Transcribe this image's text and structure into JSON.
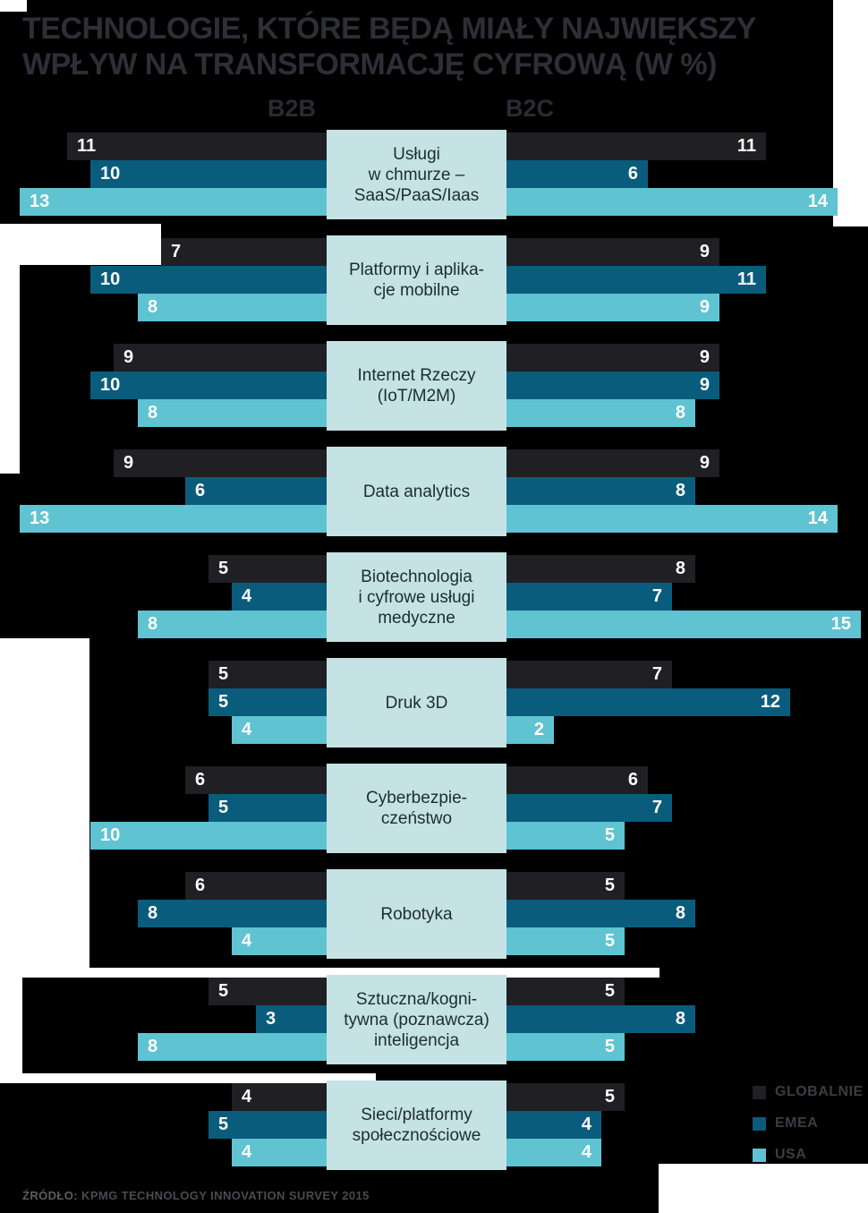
{
  "title": "TECHNOLOGIE, KTÓRE BĘDĄ MIAŁY NAJWIĘKSZY WPŁYW NA TRANSFORMACJĘ CYFROWĄ (W %)",
  "headers": {
    "left": "B2B",
    "right": "B2C"
  },
  "legend": {
    "items": [
      {
        "label": "GLOBALNIE",
        "color": "#1f1f24"
      },
      {
        "label": "EMEA",
        "color": "#0a5c7c"
      },
      {
        "label": "USA",
        "color": "#5fc3d2"
      }
    ]
  },
  "source": {
    "prefix": "ŹRÓDŁO:",
    "text": "KPMG TECHNOLOGY INNOVATION SURVEY 2015"
  },
  "colors": {
    "globalnie": "#1f1f24",
    "emea": "#0a5c7c",
    "usa": "#5fc3d2",
    "label_box": "#c5e2e4",
    "background": "#000000",
    "value_text": "#ffffff"
  },
  "chart_data": {
    "type": "bar",
    "orientation": "diverging-horizontal",
    "unit": "percent",
    "sides": [
      "B2B",
      "B2C"
    ],
    "series_names": [
      "GLOBALNIE",
      "EMEA",
      "USA"
    ],
    "legend_position": "bottom-right",
    "title": "TECHNOLOGIE, KTÓRE BĘDĄ MIAŁY NAJWIĘKSZY WPŁYW NA TRANSFORMACJĘ CYFROWĄ (W %)",
    "categories": [
      {
        "label": "Usługi w chmurze – SaaS/PaaS/Iaas",
        "lines": [
          "Usługi",
          "w chmurze –",
          "SaaS/PaaS/Iaas"
        ],
        "b2b": [
          11,
          10,
          13
        ],
        "b2c": [
          11,
          6,
          14
        ]
      },
      {
        "label": "Platformy i aplikacje mobilne",
        "lines": [
          "Platformy i aplika-",
          "cje mobilne"
        ],
        "b2b": [
          7,
          10,
          8
        ],
        "b2c": [
          9,
          11,
          9
        ]
      },
      {
        "label": "Internet Rzeczy (IoT/M2M)",
        "lines": [
          "Internet Rzeczy",
          "(IoT/M2M)"
        ],
        "b2b": [
          9,
          10,
          8
        ],
        "b2c": [
          9,
          9,
          8
        ]
      },
      {
        "label": "Data analytics",
        "lines": [
          "Data analytics"
        ],
        "b2b": [
          9,
          6,
          13
        ],
        "b2c": [
          9,
          8,
          14
        ]
      },
      {
        "label": "Biotechnologia i cyfrowe usługi medyczne",
        "lines": [
          "Biotechnologia",
          "i cyfrowe usługi",
          "medyczne"
        ],
        "b2b": [
          5,
          4,
          8
        ],
        "b2c": [
          8,
          7,
          15
        ]
      },
      {
        "label": "Druk 3D",
        "lines": [
          "Druk 3D"
        ],
        "b2b": [
          5,
          5,
          4
        ],
        "b2c": [
          7,
          12,
          2
        ]
      },
      {
        "label": "Cyberbezpieczeństwo",
        "lines": [
          "Cyberbezpie-",
          "czeństwo"
        ],
        "b2b": [
          6,
          5,
          10
        ],
        "b2c": [
          6,
          7,
          5
        ]
      },
      {
        "label": "Robotyka",
        "lines": [
          "Robotyka"
        ],
        "b2b": [
          6,
          8,
          4
        ],
        "b2c": [
          5,
          8,
          5
        ]
      },
      {
        "label": "Sztuczna/kognitywna (poznawcza) inteligencja",
        "lines": [
          "Sztuczna/kogni-",
          "tywna (poznawcza)",
          "inteligencja"
        ],
        "b2b": [
          5,
          3,
          8
        ],
        "b2c": [
          5,
          8,
          5
        ]
      },
      {
        "label": "Sieci/platformy społecznościowe",
        "lines": [
          "Sieci/platformy",
          "społecznościowe"
        ],
        "b2b": [
          4,
          5,
          4
        ],
        "b2c": [
          5,
          4,
          4
        ]
      }
    ]
  }
}
